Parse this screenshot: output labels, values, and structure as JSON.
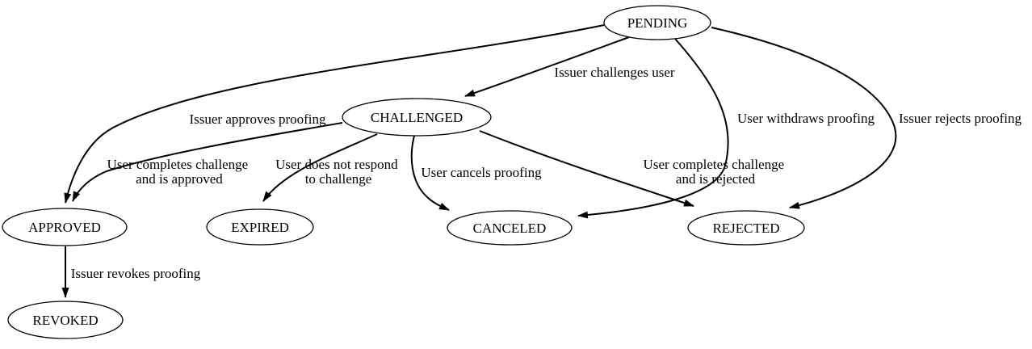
{
  "figure": {
    "type": "state-diagram",
    "background_color": "#ffffff",
    "stroke_color": "#000000",
    "text_color": "#000000"
  },
  "nodes": {
    "pending": {
      "label": "PENDING"
    },
    "challenged": {
      "label": "CHALLENGED"
    },
    "approved": {
      "label": "APPROVED"
    },
    "expired": {
      "label": "EXPIRED"
    },
    "canceled": {
      "label": "CANCELED"
    },
    "rejected": {
      "label": "REJECTED"
    },
    "revoked": {
      "label": "REVOKED"
    }
  },
  "edges": [
    {
      "from": "PENDING",
      "to": "CHALLENGED",
      "label": "Issuer challenges user",
      "label_lines": [
        "Issuer challenges user"
      ]
    },
    {
      "from": "PENDING",
      "to": "APPROVED",
      "label": "Issuer approves proofing",
      "label_lines": [
        "Issuer approves proofing"
      ]
    },
    {
      "from": "PENDING",
      "to": "CANCELED",
      "label": "User withdraws proofing",
      "label_lines": [
        "User withdraws proofing"
      ]
    },
    {
      "from": "PENDING",
      "to": "REJECTED",
      "label": "Issuer rejects proofing",
      "label_lines": [
        "Issuer rejects proofing"
      ]
    },
    {
      "from": "CHALLENGED",
      "to": "APPROVED",
      "label": "User completes challenge and is approved",
      "label_lines": [
        "User completes challenge",
        "and is approved"
      ]
    },
    {
      "from": "CHALLENGED",
      "to": "EXPIRED",
      "label": "User does not respond to challenge",
      "label_lines": [
        "User does not respond",
        "to challenge"
      ]
    },
    {
      "from": "CHALLENGED",
      "to": "CANCELED",
      "label": "User cancels proofing",
      "label_lines": [
        "User cancels proofing"
      ]
    },
    {
      "from": "CHALLENGED",
      "to": "REJECTED",
      "label": "User completes challenge and is rejected",
      "label_lines": [
        "User completes challenge",
        "and is rejected"
      ]
    },
    {
      "from": "APPROVED",
      "to": "REVOKED",
      "label": "Issuer revokes proofing",
      "label_lines": [
        "Issuer revokes proofing"
      ]
    }
  ]
}
